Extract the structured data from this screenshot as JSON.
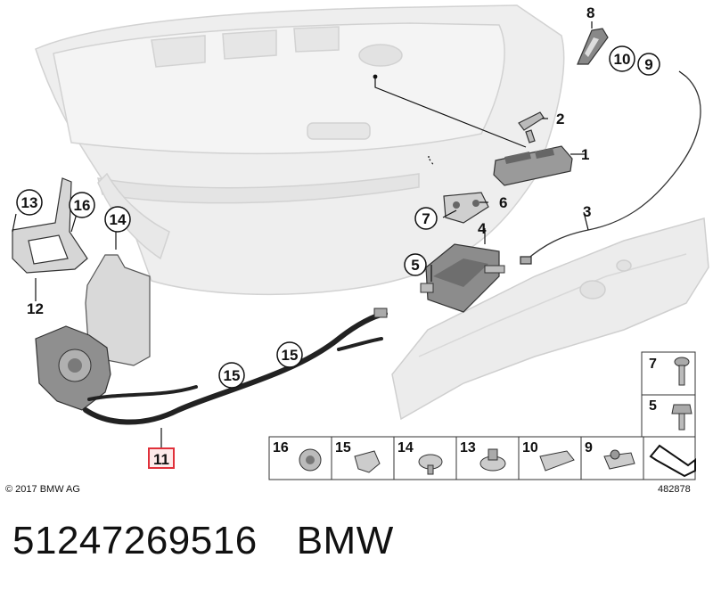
{
  "diagram": {
    "callouts": {
      "c1": "1",
      "c2": "2",
      "c3": "3",
      "c4": "4",
      "c5": "5",
      "c6": "6",
      "c7": "7",
      "c8": "8",
      "c9": "9",
      "c10": "10",
      "c11": "11",
      "c12": "12",
      "c13": "13",
      "c14": "14",
      "c15a": "15",
      "c15b": "15",
      "c16": "16"
    },
    "legend": {
      "items": [
        "16",
        "15",
        "14",
        "13",
        "10",
        "9"
      ],
      "side_items": [
        "7",
        "5"
      ]
    }
  },
  "footer": {
    "copyright": "© 2017 BMW AG",
    "drawing_id": "482878"
  },
  "caption": {
    "part_number": "51247269516",
    "brand": "BMW"
  },
  "colors": {
    "highlight": "#e0303a",
    "line": "#1a1a1a",
    "body_fill": "#eeeeee",
    "part_fill": "#bdbdbd"
  }
}
